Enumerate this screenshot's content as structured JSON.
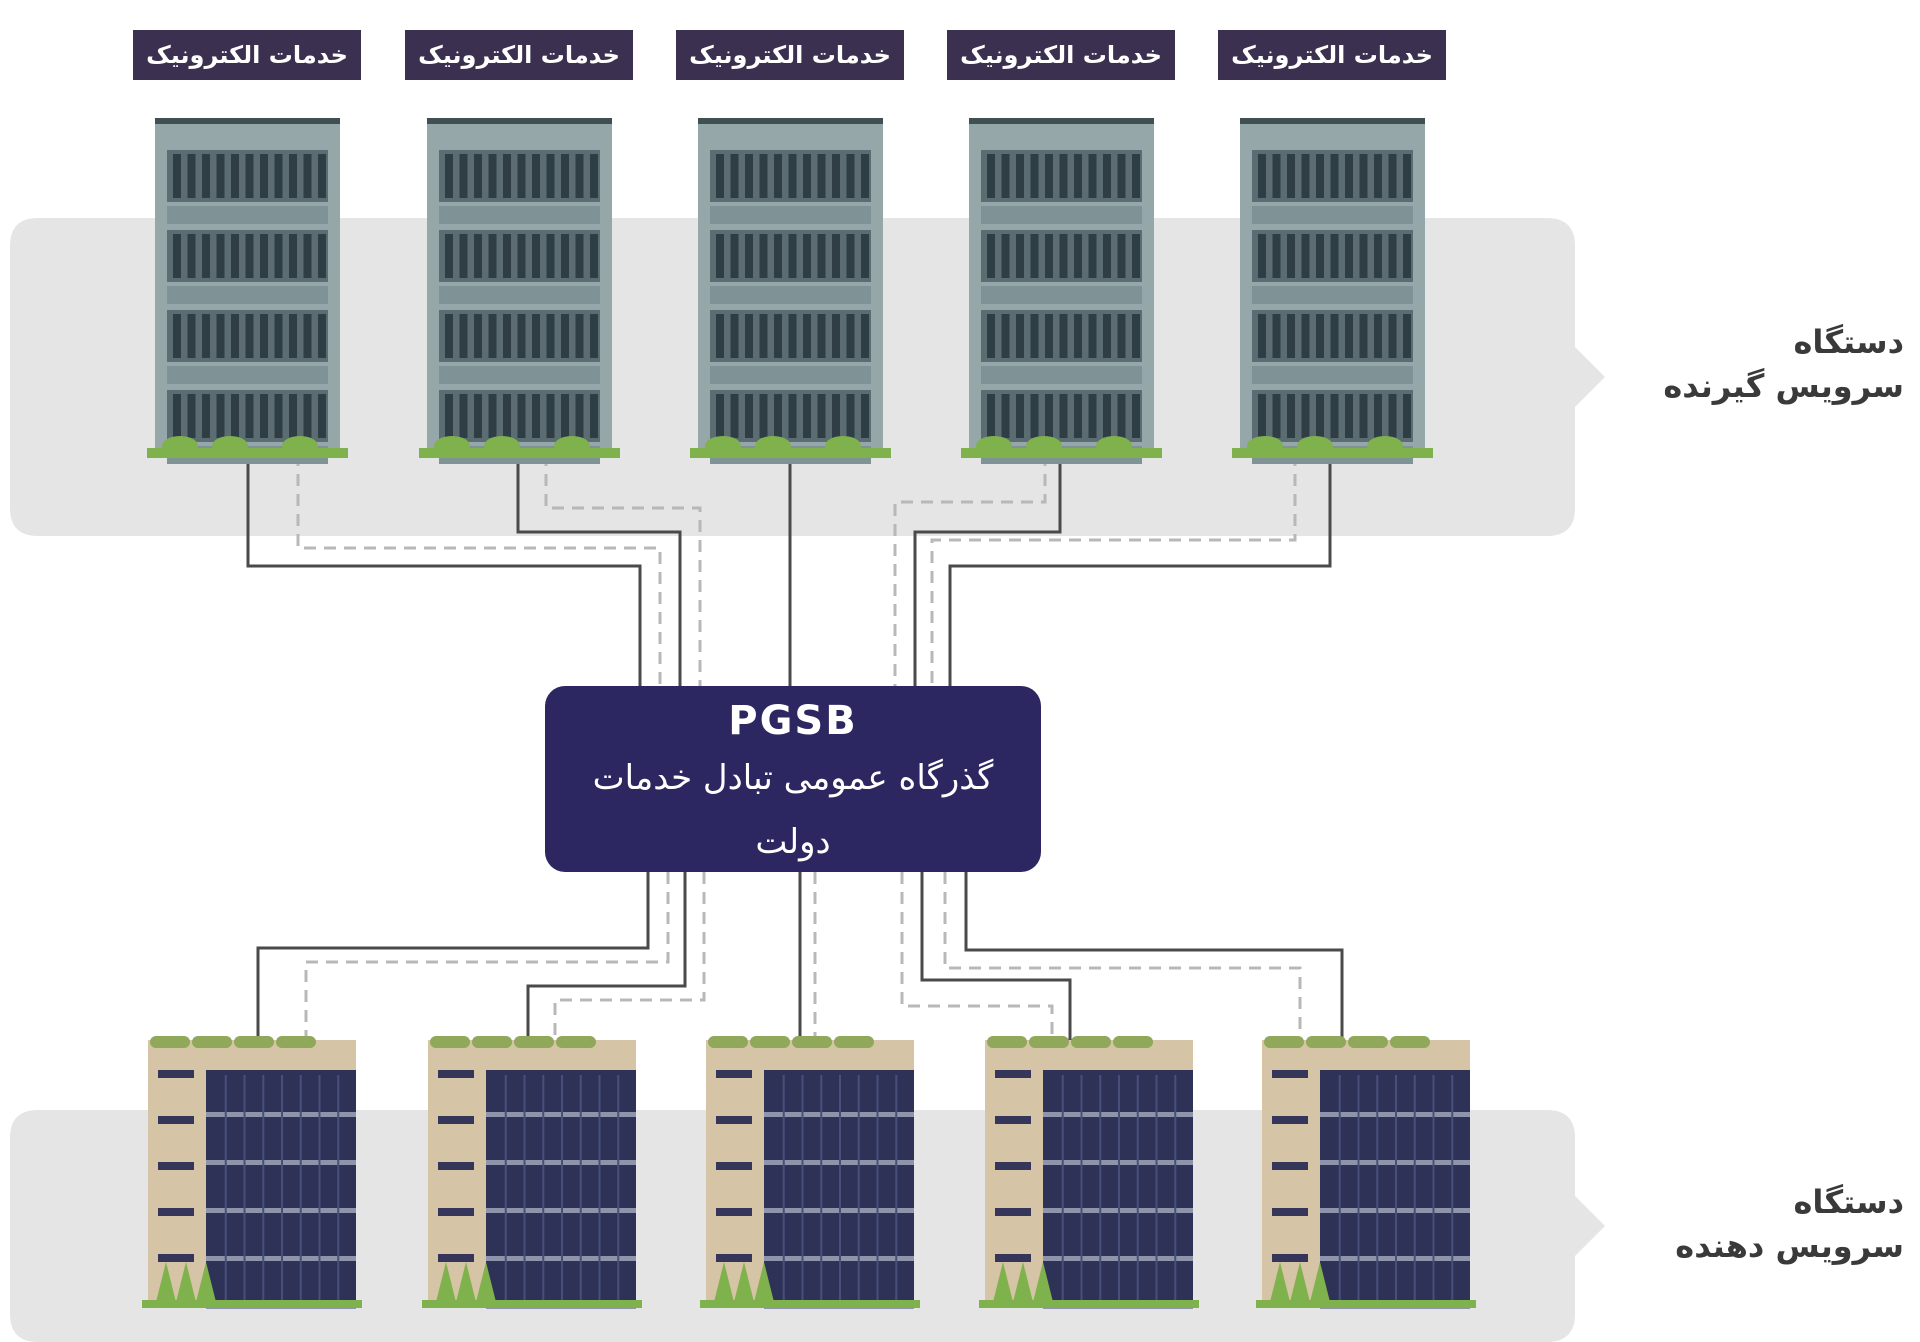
{
  "diagram": {
    "gateway": {
      "title": "PGSB",
      "subtitle": "گذرگاه عمومی تبادل خدمات دولت"
    },
    "consumer_zone": {
      "label_line1": "دستگاه",
      "label_line2": "سرویس گیرنده"
    },
    "provider_zone": {
      "label_line1": "دستگاه",
      "label_line2": "سرویس دهنده"
    },
    "consumer_buildings": [
      {
        "tag": "خدمات الکترونیک"
      },
      {
        "tag": "خدمات الکترونیک"
      },
      {
        "tag": "خدمات الکترونیک"
      },
      {
        "tag": "خدمات الکترونیک"
      },
      {
        "tag": "خدمات الکترونیک"
      }
    ],
    "provider_count": 5,
    "colors": {
      "gateway_fill": "#2c2760",
      "tag_fill": "#3b3050",
      "zone_band": "#e5e5e5",
      "consumer_building": "#95a7a9",
      "provider_glass": "#2e3257",
      "provider_facade": "#d6c4a6",
      "grass": "#7fb24c",
      "connector": "#4a4a4a",
      "connector_dashed": "#b8b8b8"
    }
  }
}
